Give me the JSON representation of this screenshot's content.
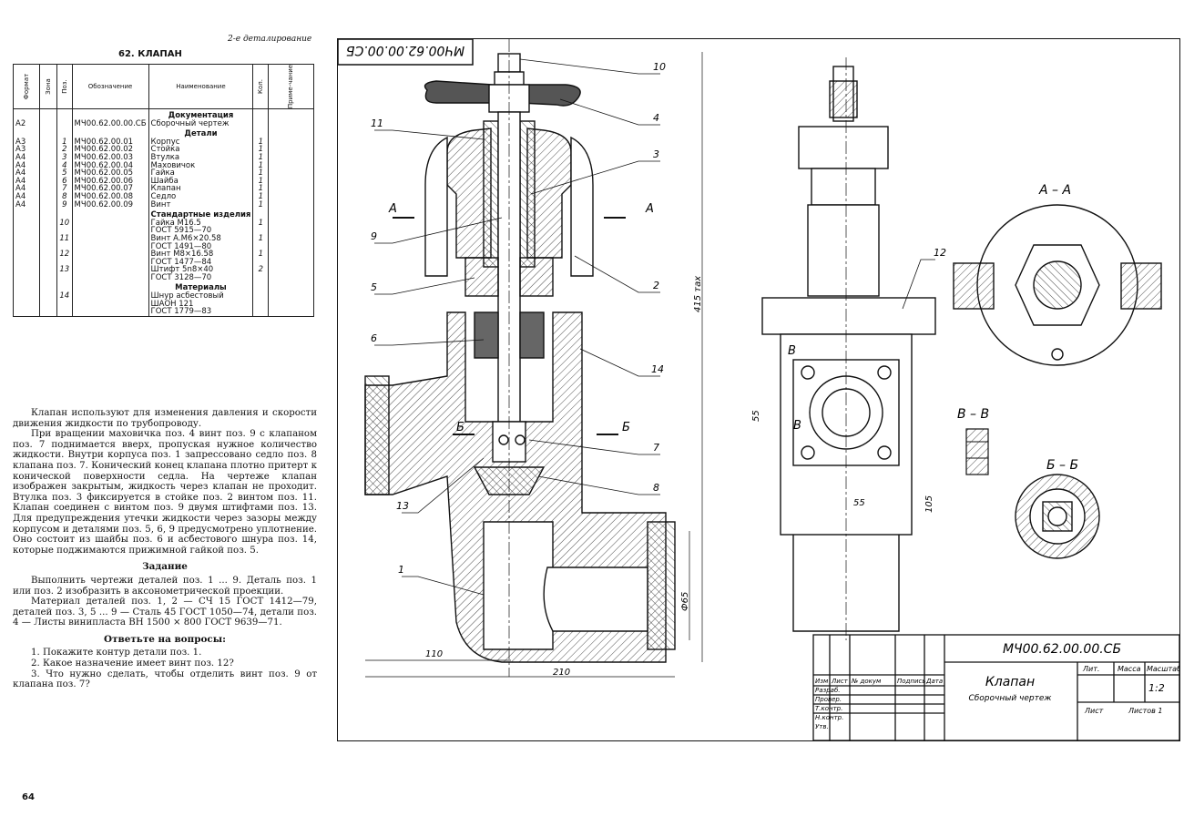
{
  "header": {
    "section": "2-е деталирование",
    "title": "62. КЛАПАН",
    "page_number": "64"
  },
  "spec_table": {
    "columns": [
      "Формат",
      "Зона",
      "Поз.",
      "Обозначение",
      "Наименование",
      "Кол.",
      "Приме-чание"
    ],
    "sections": [
      {
        "heading": "Документация",
        "rows": [
          {
            "fmt": "А2",
            "pos": "",
            "code": "МЧ00.62.00.00.СБ",
            "name": "Сборочный чертеж",
            "qty": ""
          }
        ]
      },
      {
        "heading": "Детали",
        "rows": [
          {
            "fmt": "А3",
            "pos": "1",
            "code": "МЧ00.62.00.01",
            "name": "Корпус",
            "qty": "1"
          },
          {
            "fmt": "А3",
            "pos": "2",
            "code": "МЧ00.62.00.02",
            "name": "Стойка",
            "qty": "1"
          },
          {
            "fmt": "А4",
            "pos": "3",
            "code": "МЧ00.62.00.03",
            "name": "Втулка",
            "qty": "1"
          },
          {
            "fmt": "А4",
            "pos": "4",
            "code": "МЧ00.62.00.04",
            "name": "Маховичок",
            "qty": "1"
          },
          {
            "fmt": "А4",
            "pos": "5",
            "code": "МЧ00.62.00.05",
            "name": "Гайка",
            "qty": "1"
          },
          {
            "fmt": "А4",
            "pos": "6",
            "code": "МЧ00.62.00.06",
            "name": "Шайба",
            "qty": "1"
          },
          {
            "fmt": "А4",
            "pos": "7",
            "code": "МЧ00.62.00.07",
            "name": "Клапан",
            "qty": "1"
          },
          {
            "fmt": "А4",
            "pos": "8",
            "code": "МЧ00.62.00.08",
            "name": "Седло",
            "qty": "1"
          },
          {
            "fmt": "А4",
            "pos": "9",
            "code": "МЧ00.62.00.09",
            "name": "Винт",
            "qty": "1"
          }
        ]
      },
      {
        "heading": "Стандартные изделия",
        "rows": [
          {
            "fmt": "",
            "pos": "10",
            "code": "",
            "name": "Гайка М16.5",
            "qty": "1"
          },
          {
            "fmt": "",
            "pos": "",
            "code": "",
            "name": "ГОСТ 5915—70",
            "qty": ""
          },
          {
            "fmt": "",
            "pos": "11",
            "code": "",
            "name": "Винт А.М6×20.58",
            "qty": "1"
          },
          {
            "fmt": "",
            "pos": "",
            "code": "",
            "name": "ГОСТ 1491—80",
            "qty": ""
          },
          {
            "fmt": "",
            "pos": "12",
            "code": "",
            "name": "Винт М8×16.58",
            "qty": "1"
          },
          {
            "fmt": "",
            "pos": "",
            "code": "",
            "name": "ГОСТ 1477—84",
            "qty": ""
          },
          {
            "fmt": "",
            "pos": "13",
            "code": "",
            "name": "Штифт 5n8×40",
            "qty": "2"
          },
          {
            "fmt": "",
            "pos": "",
            "code": "",
            "name": "ГОСТ 3128—70",
            "qty": ""
          }
        ]
      },
      {
        "heading": "Материалы",
        "rows": [
          {
            "fmt": "",
            "pos": "14",
            "code": "",
            "name": "Шнур асбестовый",
            "qty": ""
          },
          {
            "fmt": "",
            "pos": "",
            "code": "",
            "name": "ШАОН 121",
            "qty": ""
          },
          {
            "fmt": "",
            "pos": "",
            "code": "",
            "name": "ГОСТ 1779—83",
            "qty": ""
          }
        ]
      }
    ]
  },
  "body_text": {
    "paragraphs": [
      "Клапан используют для изменения давления и скорости движения жидкости по трубопроводу.",
      "При вращении маховичка поз. 4 винт поз. 9 с клапаном поз. 7 поднимается вверх, пропуская нужное количество жидкости. Внутри корпуса поз. 1 запрессовано седло поз. 8 клапана поз. 7. Конический конец клапана плотно притерт к конической поверхности седла. На чертеже клапан изображен закрытым, жидкость через клапан не проходит. Втулка поз. 3 фиксируется в стойке поз. 2 винтом поз. 11. Клапан соединен с винтом поз. 9 двумя штифтами поз. 13. Для предупреждения утечки жидкости через зазоры между корпусом и деталями поз. 5, 6, 9 предусмотрено уплотнение. Оно состоит из шайбы поз. 6 и асбестового шнура поз. 14, которые поджимаются прижимной гайкой поз. 5."
    ],
    "task_heading": "Задание",
    "task_paragraphs": [
      "Выполнить чертежи деталей поз. 1 ... 9. Деталь поз. 1 или поз. 2 изобразить в аксонометрической проекции.",
      "Материал деталей поз. 1, 2 — СЧ 15 ГОСТ 1412—79, деталей поз. 3, 5 ... 9 — Сталь 45 ГОСТ 1050—74, детали поз. 4 — Листы винипласта ВН 1500 × 800 ГОСТ 9639—71."
    ],
    "questions_heading": "Ответьте на вопросы:",
    "questions": [
      "1. Покажите контур детали поз. 1.",
      "2. Какое назначение имеет винт поз. 12?",
      "3. Что нужно сделать, чтобы отделить винт поз. 9 от клапана поз. 7?"
    ]
  },
  "drawing": {
    "stamp_code": "МЧ00.62.00.00.СБ",
    "designation": "МЧ00.62.00.00.СБ",
    "name": "Клапан",
    "doc_type": "Сборочный чертеж",
    "scale": "1:2",
    "sheets": "Листов 1",
    "sheet_label": "Лист",
    "letter": "Лит.",
    "mass": "Масса",
    "scale_label": "Масштаб",
    "title_rows": [
      "Изм",
      "Лист",
      "№ докум",
      "Подпись",
      "Дата"
    ],
    "roles": [
      "Разраб.",
      "Провер.",
      "Т.контр.",
      "Н.контр.",
      "Утв."
    ],
    "section_labels": {
      "aa": "А – А",
      "bb": "Б – Б",
      "vv": "В – В",
      "a": "А",
      "b": "Б",
      "v": "В"
    },
    "dimensions": {
      "d110": "110",
      "d210": "210",
      "d415": "415 тах",
      "d55a": "55",
      "d55b": "55",
      "d105": "105",
      "d65": "Ф65"
    },
    "callouts": [
      "1",
      "2",
      "3",
      "4",
      "5",
      "6",
      "7",
      "8",
      "9",
      "10",
      "11",
      "12",
      "13",
      "14"
    ]
  }
}
